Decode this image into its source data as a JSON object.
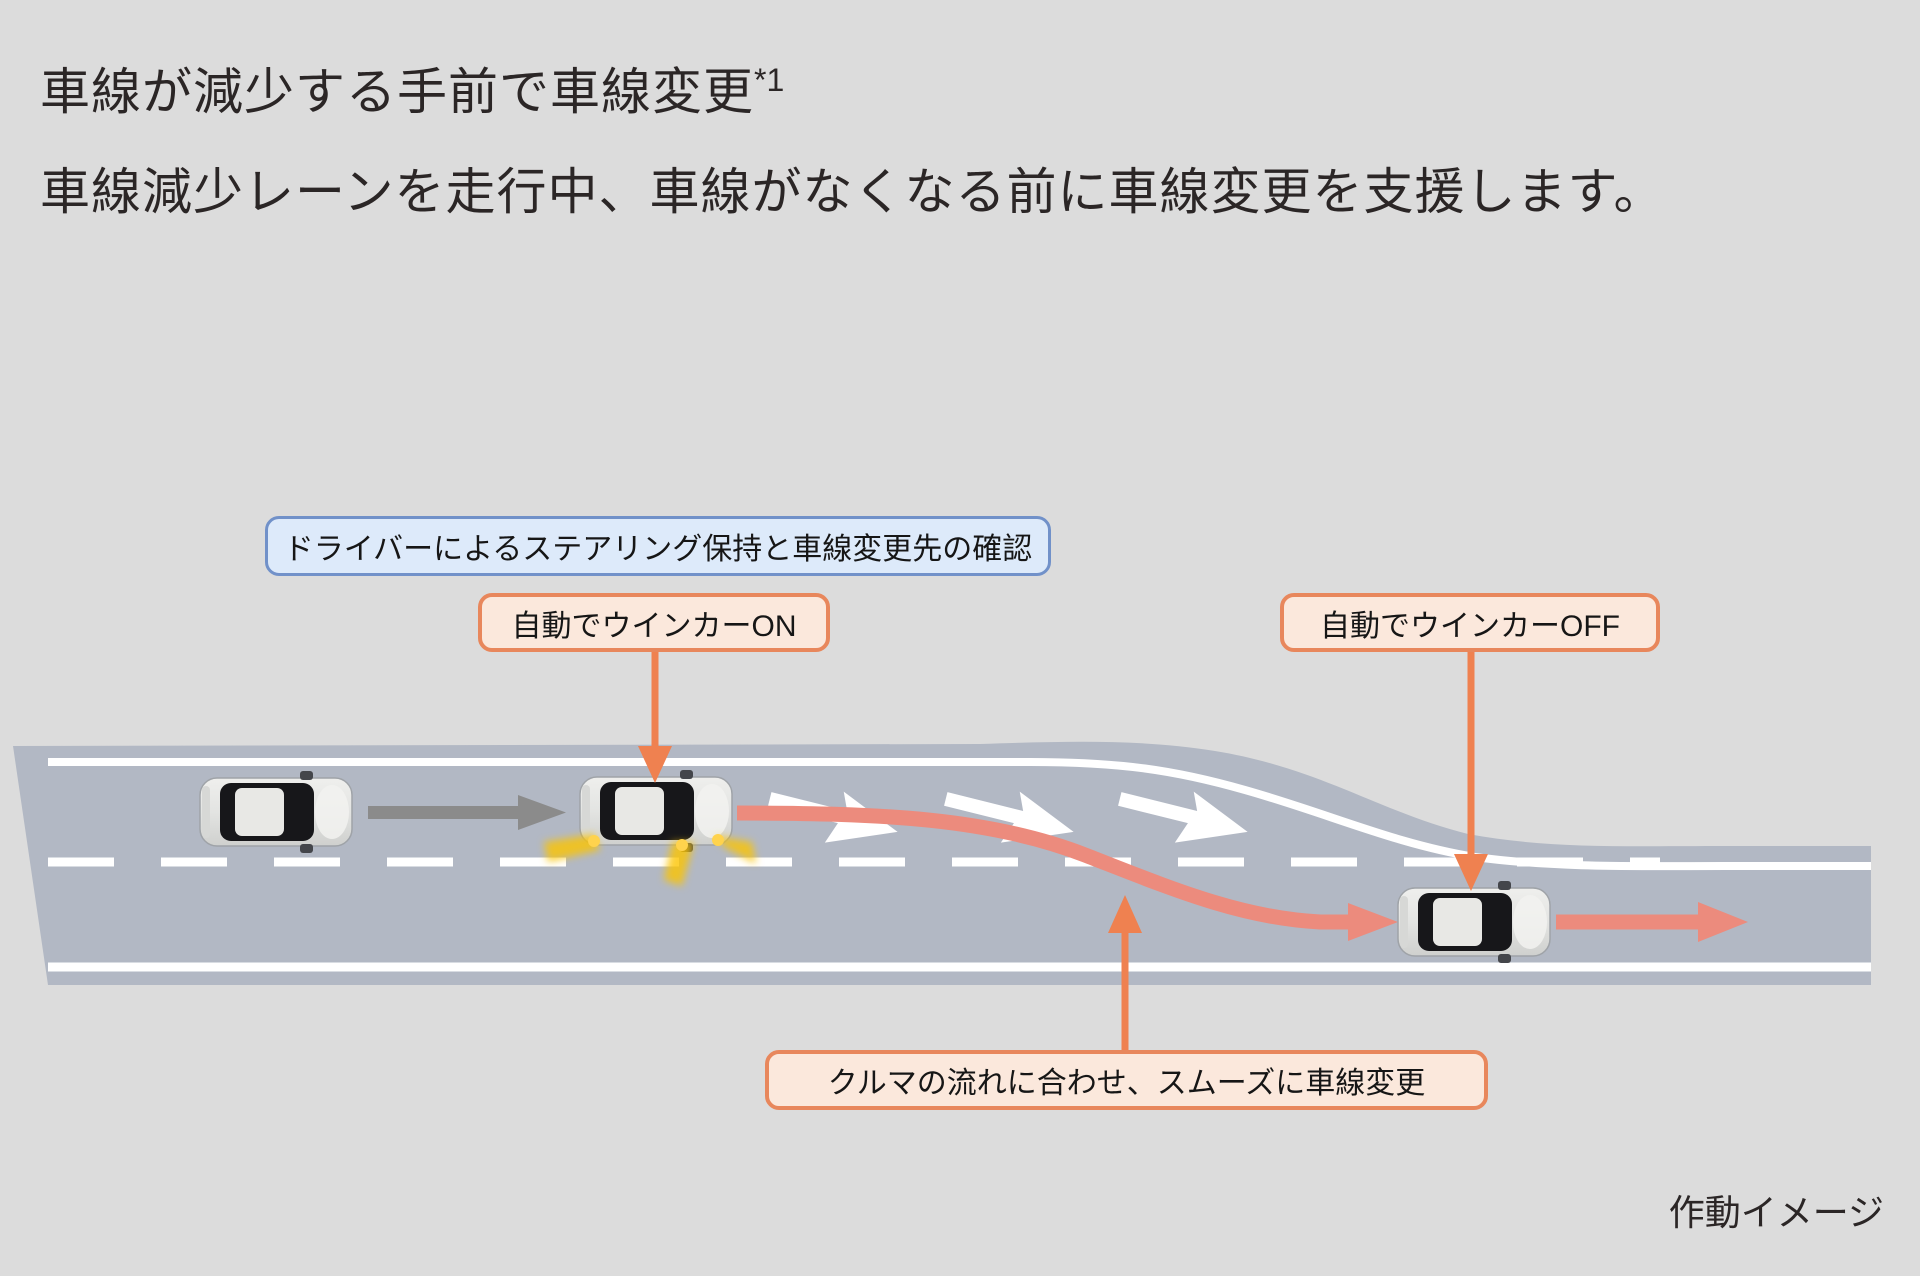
{
  "page": {
    "background_color": "#dcdcdc",
    "heading": "車線が減少する手前で車線変更",
    "heading_note": "*1",
    "subheading": "車線減少レーンを走行中、車線がなくなる前に車線変更を支援します。",
    "caption": "作動イメージ"
  },
  "callouts": {
    "steering": {
      "label": "ドライバーによるステアリング保持と車線変更先の確認",
      "border_color": "#7191c9",
      "fill_color": "#ddeafa"
    },
    "blinker_on": {
      "label": "自動でウインカーON",
      "border_color": "#e8875c",
      "fill_color": "#fbe8dc"
    },
    "blinker_off": {
      "label": "自動でウインカーOFF",
      "border_color": "#e8875c",
      "fill_color": "#fbe8dc"
    },
    "lane_change": {
      "label": "クルマの流れに合わせ、スムーズに車線変更",
      "border_color": "#e8875c",
      "fill_color": "#fbe8dc"
    }
  },
  "diagram": {
    "road_color": "#b2b8c4",
    "lane_line_color": "#ffffff",
    "path_arrow_color": "#ec8b7d",
    "pointer_arrow_color": "#ef8150",
    "motion_arrow_color": "#8b8b8b",
    "turn_signal_color": "#ffc400",
    "cars": [
      {
        "name": "car-driving"
      },
      {
        "name": "car-signaling"
      },
      {
        "name": "car-after-lane-change"
      }
    ],
    "lane_merge_arrows": 3
  }
}
